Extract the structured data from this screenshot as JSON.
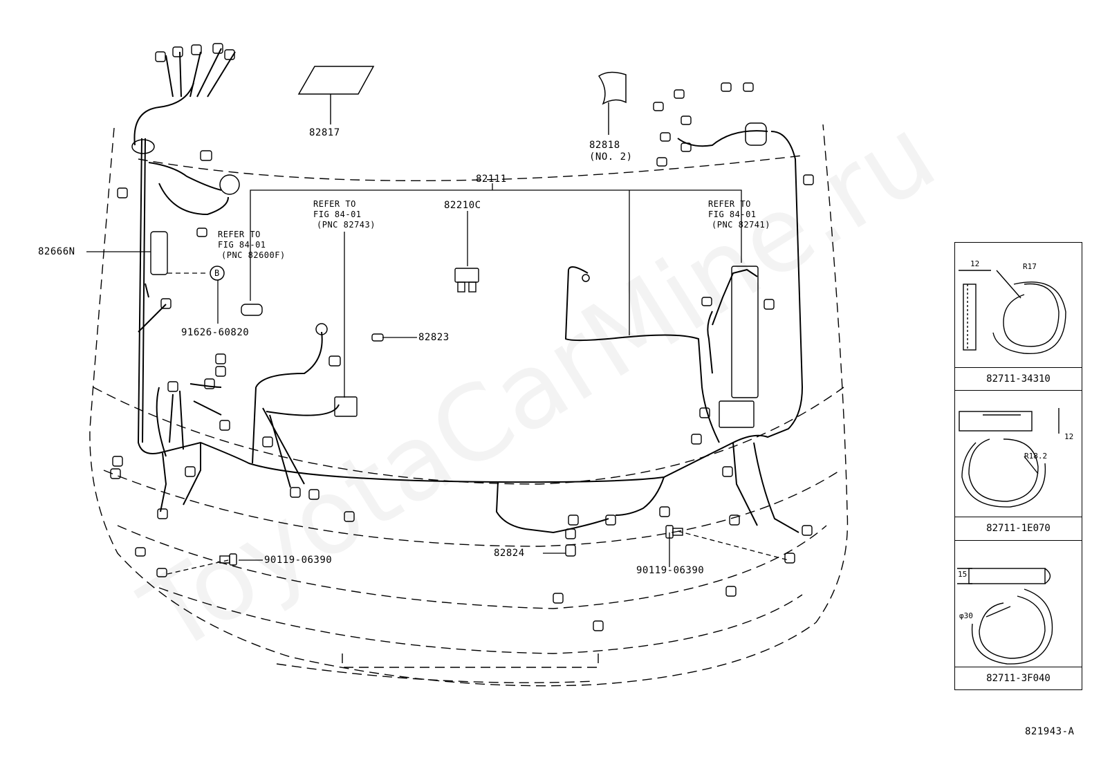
{
  "watermark": "ToyotaCarMine.ru",
  "labels": {
    "p82817": "82817",
    "p82818": "82818",
    "p82818_sub": "(NO. 2)",
    "p82111": "82111",
    "p82210c": "82210C",
    "p82666n": "82666N",
    "refer_left": [
      "REFER TO",
      "FIG 84-01",
      "(PNC 82600F)"
    ],
    "refer_mid": [
      "REFER TO",
      "FIG 84-01",
      "(PNC 82743)"
    ],
    "refer_right": [
      "REFER TO",
      "FIG 84-01",
      "(PNC 82741)"
    ],
    "marker_b": "B",
    "p91626": "91626-60820",
    "p82823": "82823",
    "p82824": "82824",
    "p90119_left": "90119-06390",
    "p90119_right": "90119-06390",
    "diagram_id": "821943-A"
  },
  "insets": [
    {
      "caption": "82711-34310",
      "dim1": "12",
      "dim2": "R17"
    },
    {
      "caption": "82711-1E070",
      "dim1": "12",
      "dim2": "R18.2"
    },
    {
      "caption": "82711-3F040",
      "dim1": "15",
      "dim2": "φ30"
    }
  ]
}
